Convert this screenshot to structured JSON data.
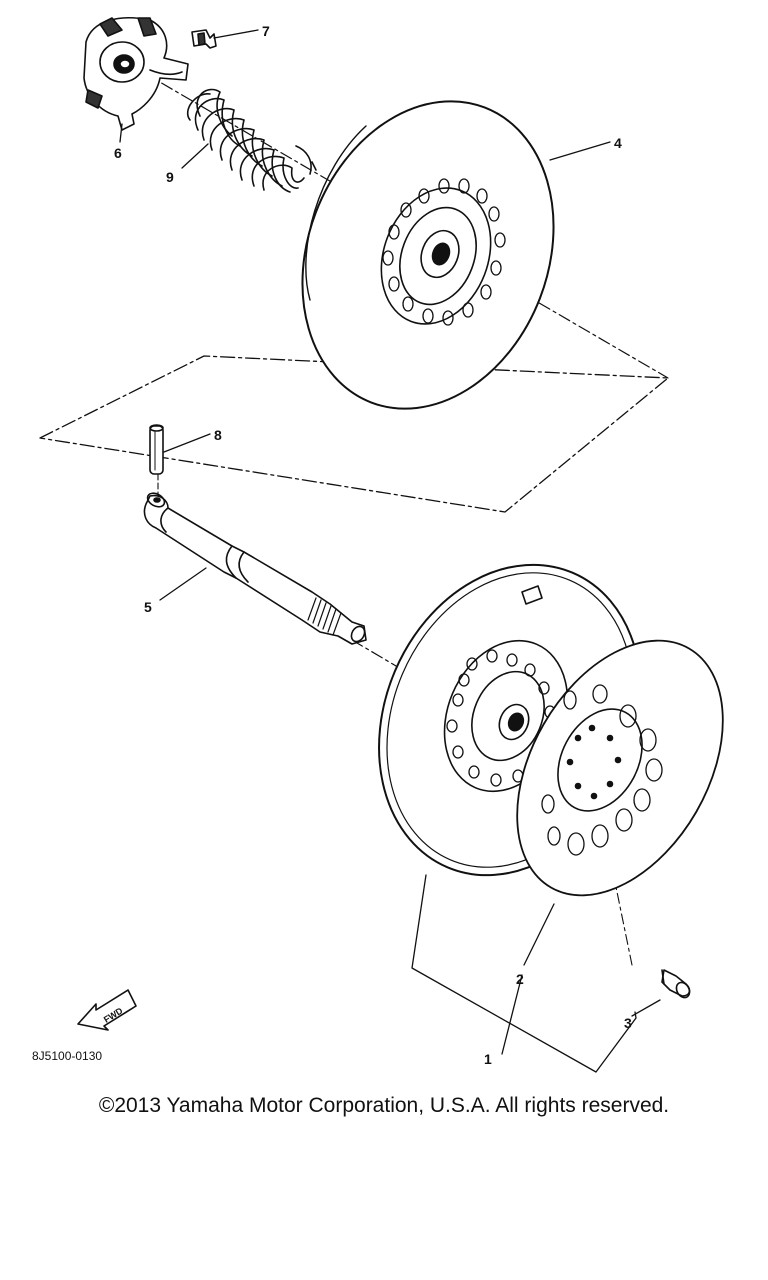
{
  "diagram": {
    "part_labels": [
      "1",
      "2",
      "3",
      "4",
      "5",
      "6",
      "7",
      "8",
      "9"
    ],
    "fwd_label": "FWD",
    "drawing_code": "8J5100-0130",
    "colors": {
      "ink": "#111111",
      "background": "#ffffff"
    },
    "icons": [
      "fwd-arrow-icon"
    ]
  },
  "footer": {
    "copyright": "©2013 Yamaha Motor Corporation, U.S.A. All rights reserved."
  }
}
